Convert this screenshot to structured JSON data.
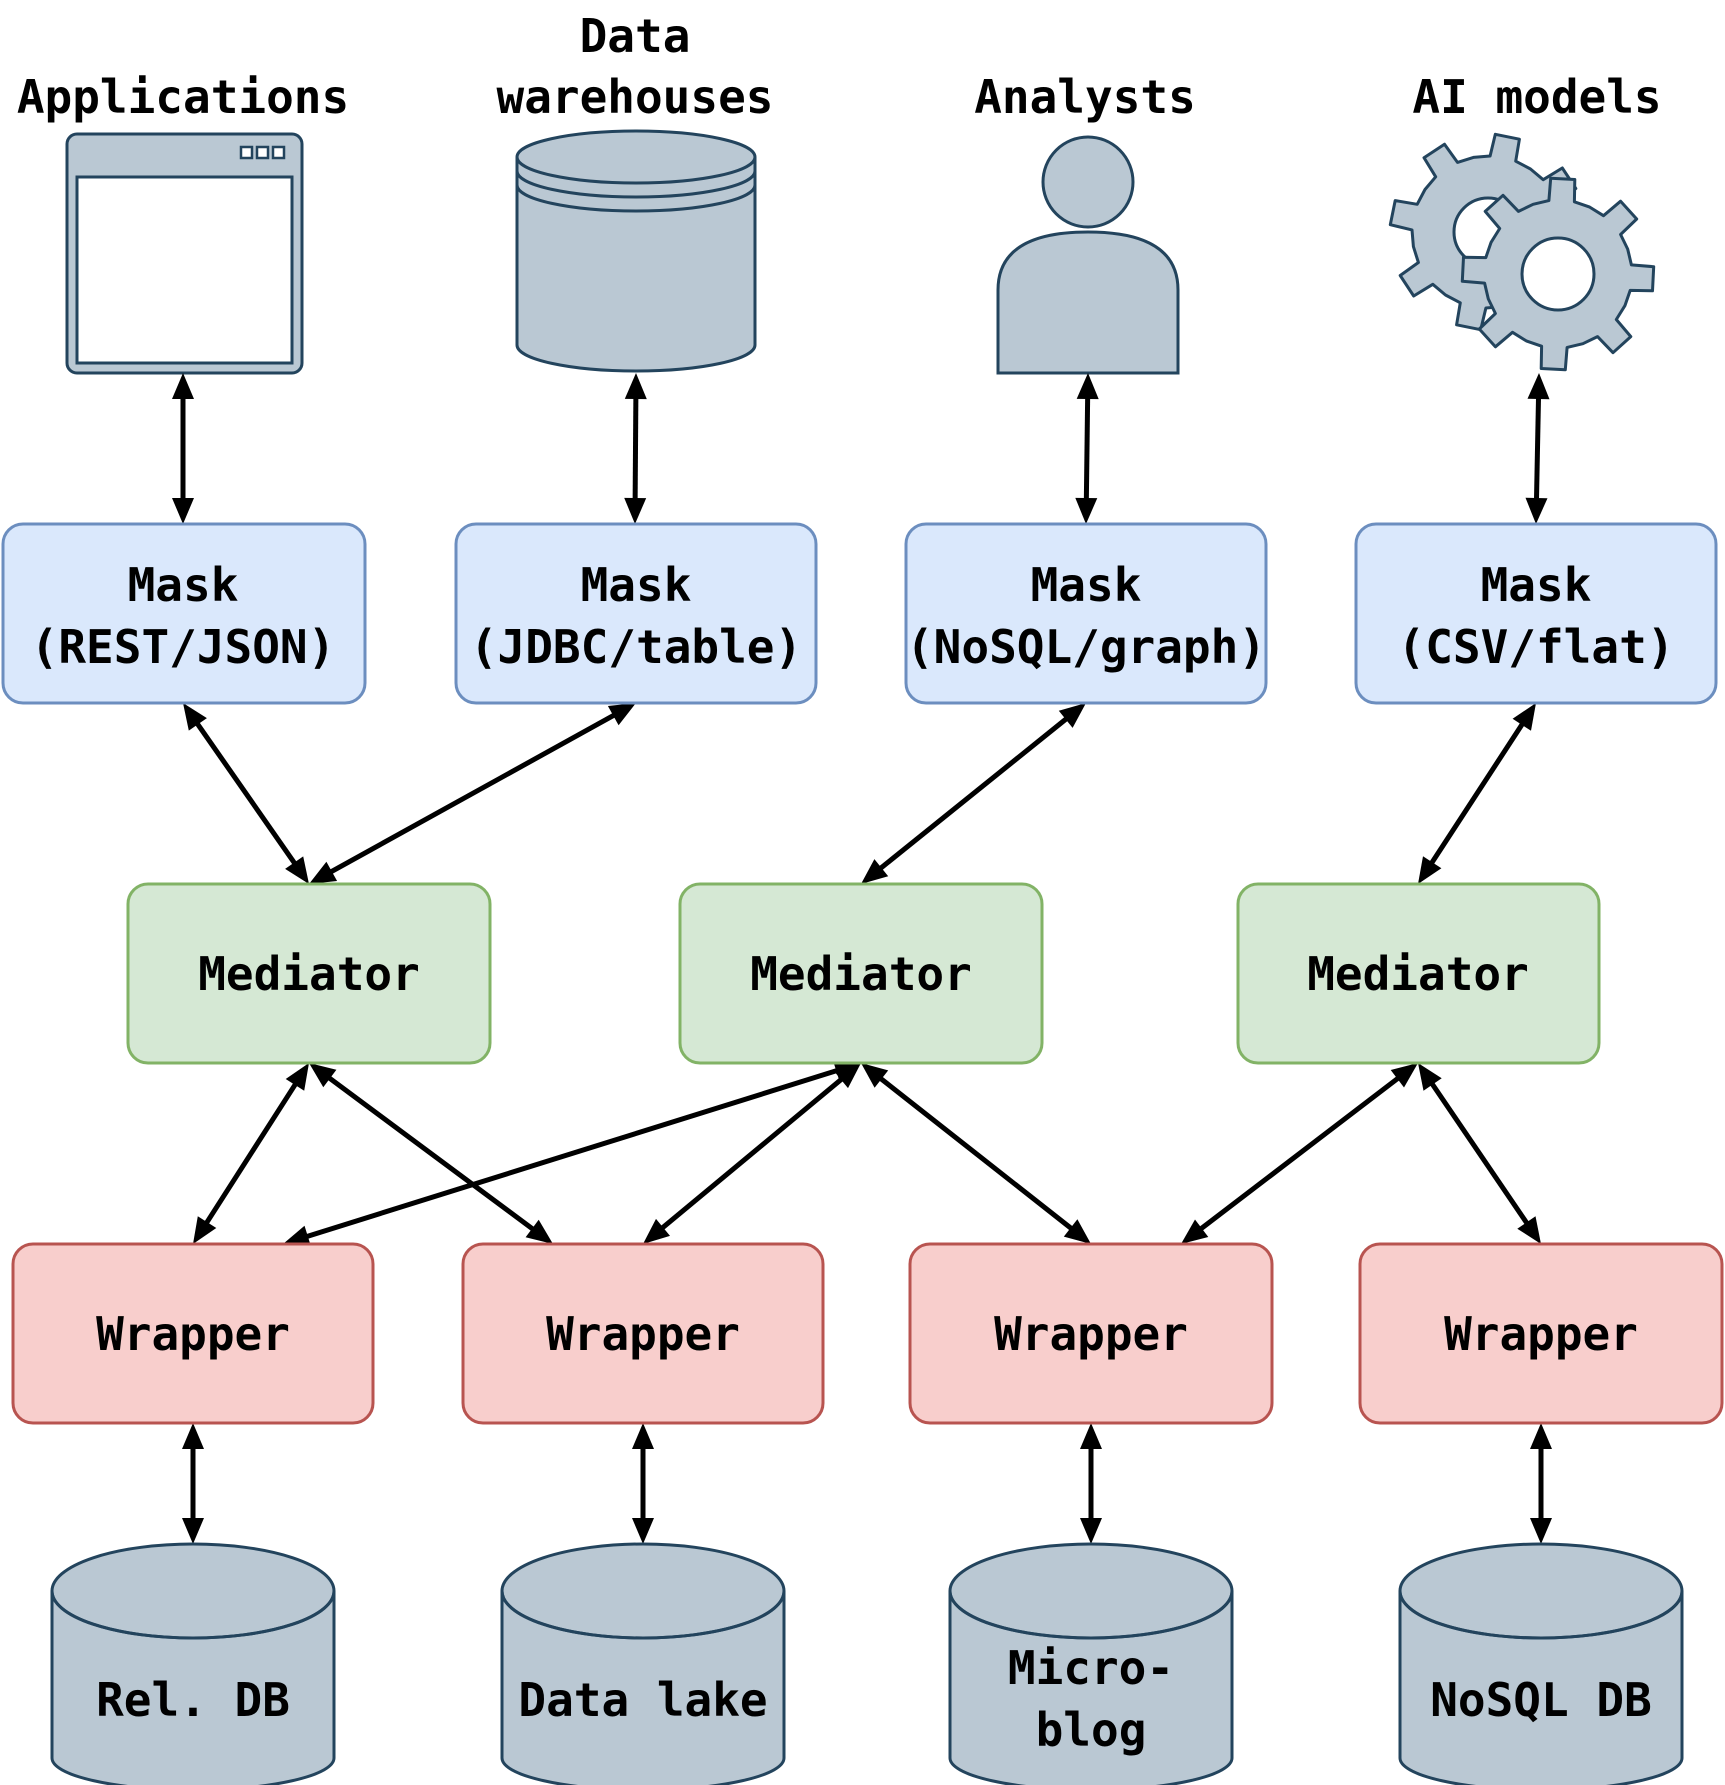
{
  "consumers": [
    {
      "id": "applications",
      "label": "Applications",
      "icon": "window-icon"
    },
    {
      "id": "data-warehouses",
      "label_lines": [
        "Data",
        "warehouses"
      ],
      "icon": "warehouse-cylinder-icon"
    },
    {
      "id": "analysts",
      "label": "Analysts",
      "icon": "person-icon"
    },
    {
      "id": "ai-models",
      "label": "AI models",
      "icon": "gears-icon"
    }
  ],
  "masks": [
    {
      "line1": "Mask",
      "line2": "(REST/JSON)"
    },
    {
      "line1": "Mask",
      "line2": "(JDBC/table)"
    },
    {
      "line1": "Mask",
      "line2": "(NoSQL/graph)"
    },
    {
      "line1": "Mask",
      "line2": "(CSV/flat)"
    }
  ],
  "mediators": [
    {
      "label": "Mediator"
    },
    {
      "label": "Mediator"
    },
    {
      "label": "Mediator"
    }
  ],
  "wrappers": [
    {
      "label": "Wrapper"
    },
    {
      "label": "Wrapper"
    },
    {
      "label": "Wrapper"
    },
    {
      "label": "Wrapper"
    }
  ],
  "sources": [
    {
      "lines": [
        "Rel. DB"
      ]
    },
    {
      "lines": [
        "Data lake"
      ]
    },
    {
      "lines": [
        "Micro-",
        "blog"
      ]
    },
    {
      "lines": [
        "NoSQL DB"
      ]
    }
  ],
  "colors": {
    "icon_fill": "#bac8d3",
    "icon_stroke": "#23445d",
    "mask_fill": "#dae8fc",
    "mask_stroke": "#6c8ebf",
    "mediator_fill": "#d5e8d4",
    "mediator_stroke": "#82b366",
    "wrapper_fill": "#f8cecc",
    "wrapper_stroke": "#b85450",
    "arrow": "#000000"
  }
}
